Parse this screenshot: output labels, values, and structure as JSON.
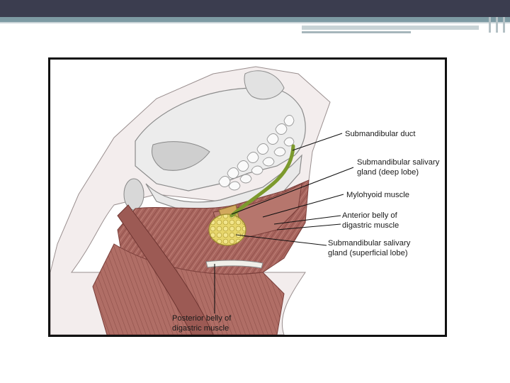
{
  "slide": {
    "colors": {
      "header_bar": "#3b3d4f",
      "header_accent": "#7d9aa3",
      "figure_border": "#111111",
      "muscle": "#a8655e",
      "gland": "#e6d46a",
      "duct": "#7c9a2d",
      "bone": "#ececec"
    }
  },
  "figure": {
    "labels": {
      "submandibular_duct": {
        "line1": "Submandibular duct"
      },
      "gland_deep": {
        "line1": "Submandibular salivary",
        "line2": "gland (deep lobe)"
      },
      "mylohyoid": {
        "line1": "Mylohyoid muscle"
      },
      "anterior_digastric": {
        "line1": "Anterior belly of",
        "line2": "digastric muscle"
      },
      "gland_superficial": {
        "line1": "Submandibular salivary",
        "line2": "gland (superficial lobe)"
      },
      "posterior_digastric": {
        "line1": "Posterior belly of",
        "line2": "digastric muscle"
      }
    }
  }
}
